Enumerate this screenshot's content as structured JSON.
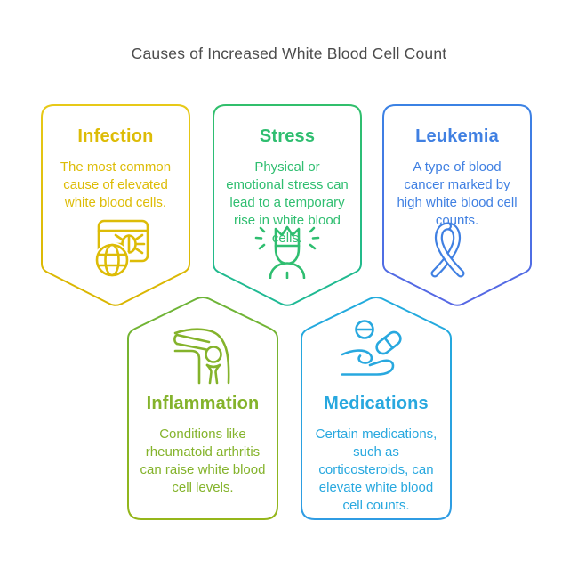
{
  "title": "Causes of Increased White Blood Cell Count",
  "title_color": "#4c4c4c",
  "background": "#ffffff",
  "cards": [
    {
      "id": "infection",
      "title": "Infection",
      "description": "The most common cause of elevated white blood cells.",
      "icon": "infection-browser-bug-globe-icon",
      "accent": "#ddbc07",
      "border_top": "#e7c918",
      "border_bottom": "#d9b500"
    },
    {
      "id": "stress",
      "title": "Stress",
      "description": "Physical or emotional stress can lead to a temporary rise in white blood cells.",
      "icon": "stressed-person-icon",
      "accent": "#2fbe70",
      "border_top": "#31bf6c",
      "border_bottom": "#1eb995"
    },
    {
      "id": "leukemia",
      "title": "Leukemia",
      "description": "A type of blood cancer marked by high white blood cell counts.",
      "icon": "awareness-ribbon-icon",
      "accent": "#4080e2",
      "border_top": "#3b82e4",
      "border_bottom": "#5667e4"
    },
    {
      "id": "inflammation",
      "title": "Inflammation",
      "description": "Conditions like rheumatoid arthritis can raise white blood cell levels.",
      "icon": "joint-bone-icon",
      "accent": "#84b32b",
      "border_top": "#6db438",
      "border_bottom": "#95b61a"
    },
    {
      "id": "medications",
      "title": "Medications",
      "description": "Certain medications, such as corticosteroids, can elevate white blood cell counts.",
      "icon": "hand-with-pills-icon",
      "accent": "#28a8df",
      "border_top": "#22abdd",
      "border_bottom": "#2f9ce3"
    }
  ]
}
